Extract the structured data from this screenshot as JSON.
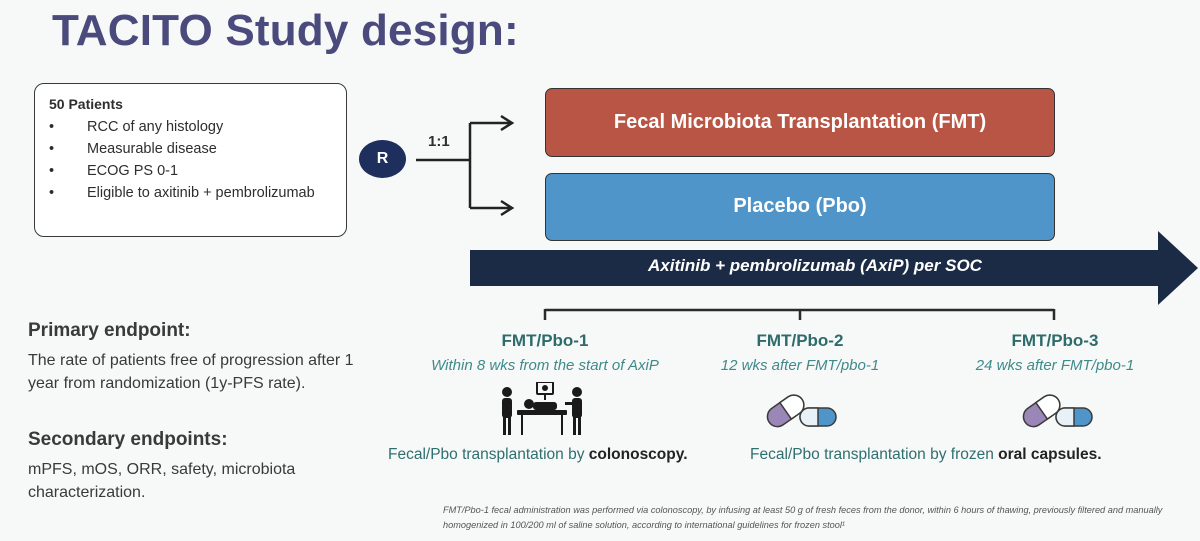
{
  "title": "TACITO Study design:",
  "patients": {
    "heading": "50 Patients",
    "criteria": [
      "RCC of any histology",
      "Measurable disease",
      "ECOG PS 0-1",
      "Eligible to axitinib + pembrolizumab"
    ]
  },
  "randomization": {
    "label": "R",
    "ratio": "1:1"
  },
  "arms": {
    "fmt": "Fecal Microbiota Transplantation (FMT)",
    "pbo": "Placebo (Pbo)"
  },
  "background_therapy": "Axitinib + pembrolizumab (AxiP) per SOC",
  "timepoints": [
    {
      "title": "FMT/Pbo-1",
      "subtitle": "Within 8 wks from the start of AxiP"
    },
    {
      "title": "FMT/Pbo-2",
      "subtitle": "12 wks after FMT/pbo-1"
    },
    {
      "title": "FMT/Pbo-3",
      "subtitle": "24 wks after FMT/pbo-1"
    }
  ],
  "routes": {
    "colonoscopy_prefix": "Fecal/Pbo transplantation by ",
    "colonoscopy_bold": "colonoscopy.",
    "capsules_prefix": "Fecal/Pbo transplantation by frozen ",
    "capsules_bold": "oral capsules."
  },
  "primary": {
    "title": "Primary endpoint:",
    "text": "The rate of patients free of progression after 1 year from randomization (1y-PFS rate)."
  },
  "secondary": {
    "title": "Secondary endpoints:",
    "text": "mPFS, mOS, ORR, safety, microbiota characterization."
  },
  "footnote": "FMT/Pbo-1 fecal administration was performed via colonoscopy, by infusing at least 50 g of fresh feces from the donor, within 6 hours of thawing, previously filtered and manually homogenized in 100/200 ml of saline solution, according to international guidelines for frozen stool¹",
  "icons": {
    "colonoscopy": "colonoscopy-procedure-icon",
    "capsule": "capsule-icon"
  },
  "colors": {
    "title": "#4a4a7c",
    "fmt": "#b95545",
    "pbo": "#4f95c9",
    "axip": "#1b2a45",
    "r": "#1e2f5e"
  }
}
